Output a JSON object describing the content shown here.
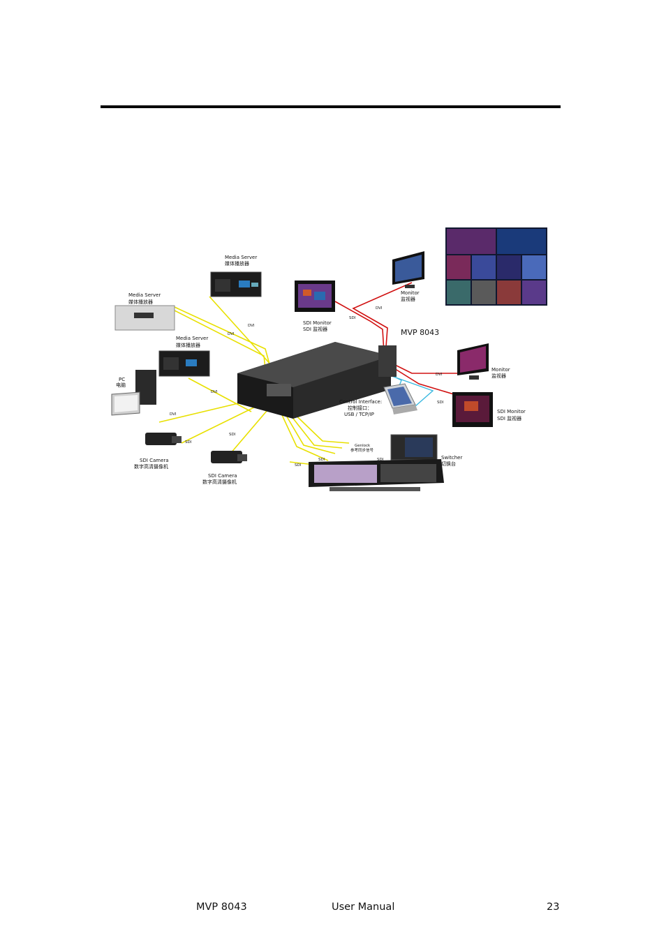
{
  "diagram": {
    "main_device": "MVP 8043",
    "devices": {
      "media_server_top": {
        "en": "Media Server",
        "cn": "媒体播放器"
      },
      "media_server_left": {
        "en": "Media Server",
        "cn": "媒体播放器"
      },
      "media_server_mid": {
        "en": "Media Server",
        "cn": "媒体播放器"
      },
      "pc": {
        "en": "PC",
        "cn": "电脑"
      },
      "sdi_camera_1": {
        "en": "SDI Camera",
        "cn": "数字高清摄像机"
      },
      "sdi_camera_2": {
        "en": "SDI Camera",
        "cn": "数字高清摄像机"
      },
      "sdi_monitor_top": {
        "en": "SDI Monitor",
        "cn": "SDI 监视器"
      },
      "monitor_top": {
        "en": "Monitor",
        "cn": "监视器"
      },
      "monitor_right": {
        "en": "Monitor",
        "cn": "监视器"
      },
      "sdi_monitor_right": {
        "en": "SDI Monitor",
        "cn": "SDI 监视器"
      },
      "control_interface": {
        "en": "Control Interface:",
        "cn": "控制接口：",
        "ports": "USB / TCP/IP"
      },
      "switcher": {
        "en": "Switcher",
        "cn": "切换台"
      },
      "genlock": {
        "en": "Genlock",
        "cn": "参考同步信号"
      }
    },
    "cable_labels": {
      "dvi_1": "DVI",
      "dvi_2": "DVI",
      "dvi_3": "DVI",
      "dvi_4": "DVI",
      "sdi_1": "SDI",
      "sdi_2": "SDI",
      "sdi_3": "SDI",
      "sdi_4": "SDI",
      "sdi_5": "SDI",
      "sdi_out_top": "SDI",
      "dvi_out_top": "DVI",
      "dvi_out_right": "DVI",
      "sdi_out_right": "SDI"
    },
    "colors": {
      "input_cable": "#e8e000",
      "output_cable": "#d01010",
      "control_cable": "#38b8e0"
    }
  },
  "footer": {
    "product": "MVP 8043",
    "doc_type": "User Manual",
    "page_number": "23"
  }
}
